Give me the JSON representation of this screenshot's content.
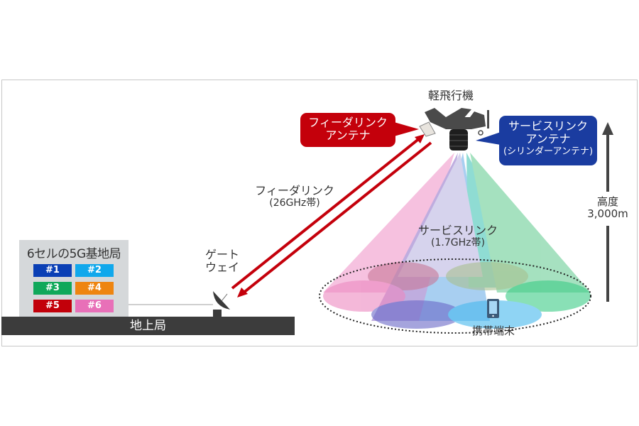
{
  "aircraft": {
    "label": "軽飛行機"
  },
  "feeder_antenna_callout": {
    "line1": "フィーダリンク",
    "line2": "アンテナ",
    "color": "#c4000b"
  },
  "service_antenna_callout": {
    "line1": "サービスリンク",
    "line2": "アンテナ",
    "line3": "(シリンダーアンテナ)",
    "color": "#1a3ca0"
  },
  "feeder_link": {
    "label": "フィーダリンク",
    "band": "(26GHz帯)",
    "color": "#c4000b"
  },
  "service_link": {
    "label": "サービスリンク",
    "band": "(1.7GHz帯)"
  },
  "altitude": {
    "label": "高度",
    "value": "3,000m"
  },
  "gateway": {
    "line1": "ゲート",
    "line2": "ウェイ"
  },
  "ground_station": {
    "label": "地上局"
  },
  "base_station": {
    "title": "6セルの5G基地局",
    "cells": [
      {
        "label": "#1",
        "color": "#0a3fb5"
      },
      {
        "label": "#2",
        "color": "#10a8ec"
      },
      {
        "label": "#3",
        "color": "#10a85a"
      },
      {
        "label": "#4",
        "color": "#ee8510"
      },
      {
        "label": "#5",
        "color": "#c2000a"
      },
      {
        "label": "#6",
        "color": "#e870b8"
      }
    ]
  },
  "mobile_terminal": {
    "label": "携帯端末"
  }
}
